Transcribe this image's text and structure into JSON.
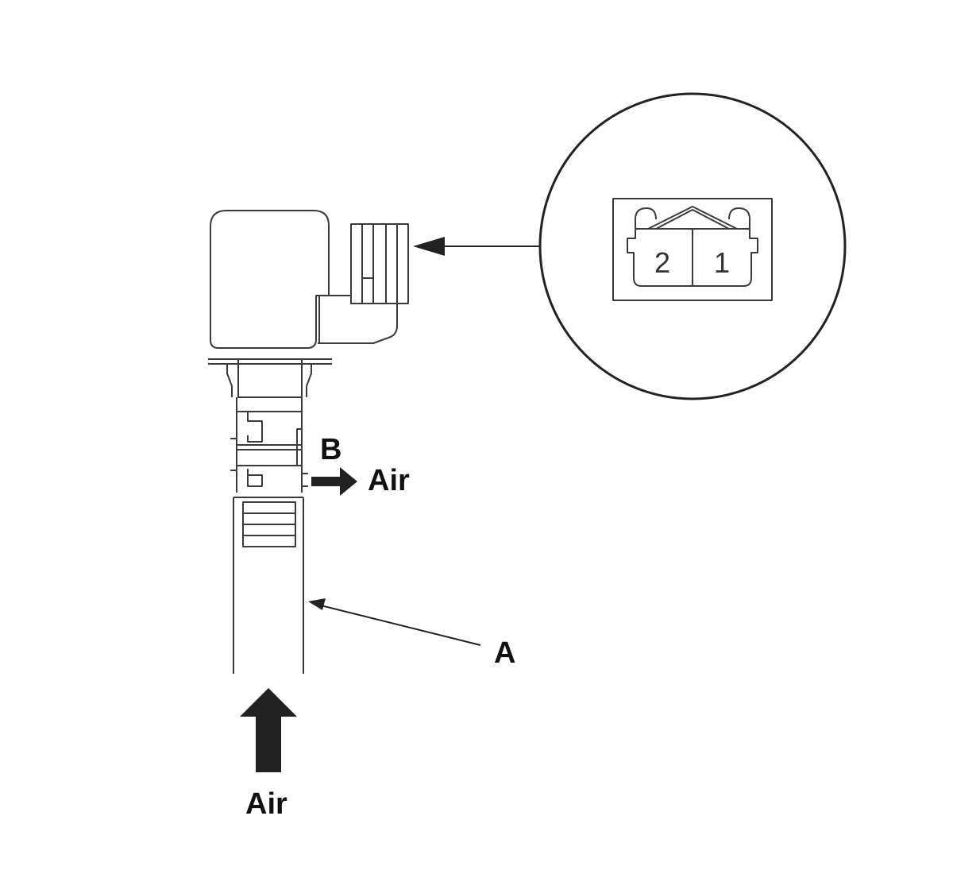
{
  "labels": {
    "port_b": "B",
    "outlet_air": "Air",
    "hose_a": "A",
    "inlet_air": "Air"
  },
  "connector": {
    "pin_left": "2",
    "pin_right": "1"
  },
  "colors": {
    "line": "#3a3a3a",
    "arrow_fill": "#222222",
    "background": "#ffffff"
  }
}
